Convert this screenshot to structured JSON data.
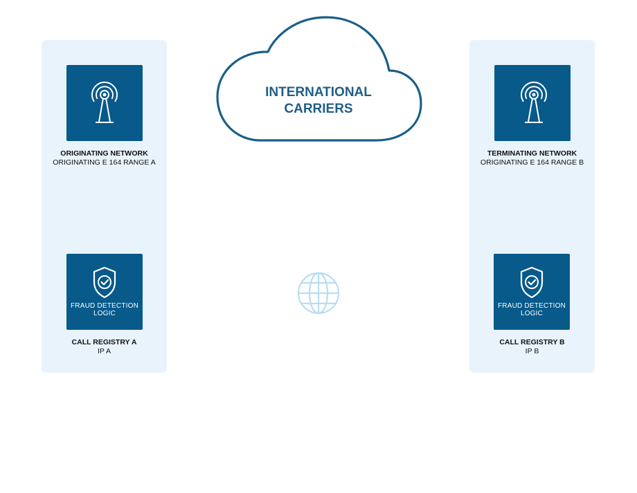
{
  "cloud": {
    "line1": "INTERNATIONAL",
    "line2": "CARRIERS"
  },
  "left": {
    "network": {
      "icon": "antenna-tower-icon",
      "title": "ORIGINATING NETWORK",
      "subtitle": "ORIGINATING E 164 RANGE A"
    },
    "registry": {
      "icon": "shield-check-icon",
      "tile_line1": "FRAUD DETECTION",
      "tile_line2": "LOGIC",
      "title": "CALL REGISTRY A",
      "subtitle": "IP A"
    }
  },
  "right": {
    "network": {
      "icon": "antenna-tower-icon",
      "title": "TERMINATING NETWORK",
      "subtitle": "ORIGINATING E 164 RANGE B"
    },
    "registry": {
      "icon": "shield-check-icon",
      "tile_line1": "FRAUD DETECTION",
      "tile_line2": "LOGIC",
      "title": "CALL REGISTRY B",
      "subtitle": "IP B"
    }
  },
  "globe": {
    "icon": "globe-icon"
  },
  "colors": {
    "tile": "#075a8a",
    "panel": "#e9f3fc",
    "cloud_stroke": "#1a5f87",
    "cloud_text": "#1f5d86",
    "globe": "#b9dcf3"
  }
}
